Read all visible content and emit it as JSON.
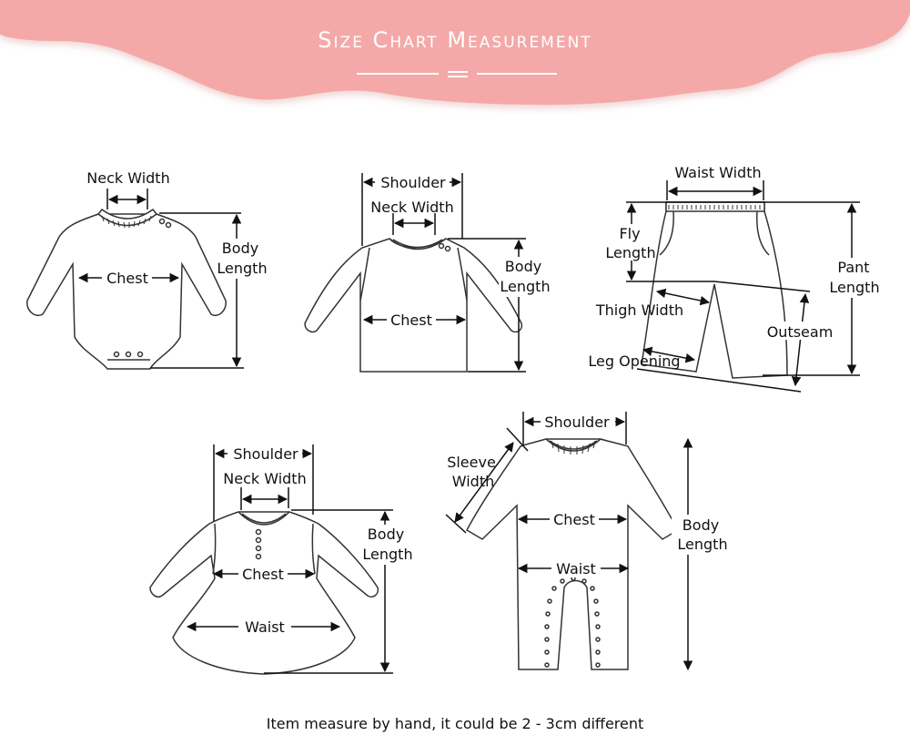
{
  "header": {
    "title": "Size Chart Measurement",
    "banner_color": "#f4a9a8"
  },
  "garments": {
    "bodysuit": {
      "neck_width": "Neck Width",
      "chest": "Chest",
      "body_length_1": "Body",
      "body_length_2": "Length"
    },
    "shirt": {
      "shoulder": "Shoulder",
      "neck_width": "Neck Width",
      "chest": "Chest",
      "body_length_1": "Body",
      "body_length_2": "Length"
    },
    "pants": {
      "waist_width": "Waist Width",
      "fly_length_1": "Fly",
      "fly_length_2": "Length",
      "pant_length_1": "Pant",
      "pant_length_2": "Length",
      "thigh_width": "Thigh Width",
      "outseam": "Outseam",
      "leg_opening": "Leg Opening"
    },
    "dress": {
      "shoulder": "Shoulder",
      "neck_width": "Neck Width",
      "chest": "Chest",
      "waist": "Waist",
      "body_length_1": "Body",
      "body_length_2": "Length"
    },
    "romper": {
      "shoulder": "Shoulder",
      "sleeve_width_1": "Sleeve",
      "sleeve_width_2": "Width",
      "chest": "Chest",
      "waist": "Waist",
      "body_length_1": "Body",
      "body_length_2": "Length"
    }
  },
  "footer": {
    "note": "Item measure by hand, it could be 2 - 3cm different"
  }
}
